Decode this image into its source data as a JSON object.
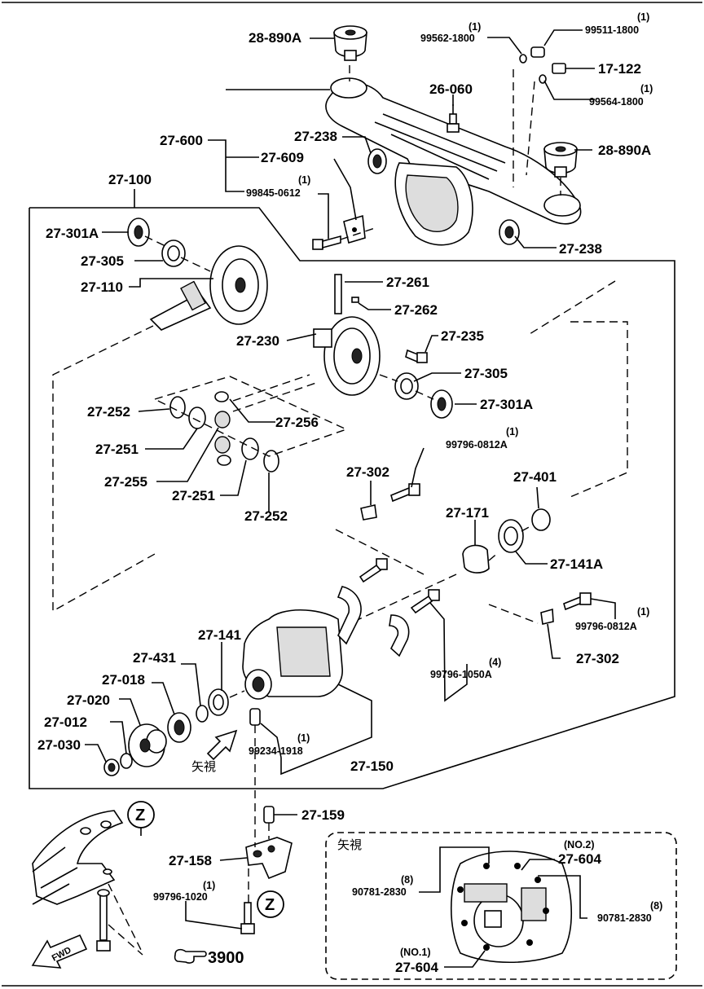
{
  "labels": {
    "l_28890A_top": "28-890A",
    "l_99562": "99562-1800",
    "l_99511": "99511-1800",
    "l_17122": "17-122",
    "l_99564": "99564-1800",
    "l_26060": "26-060",
    "l_27600": "27-600",
    "l_27238_top": "27-238",
    "l_28890A_r": "28-890A",
    "l_27609": "27-609",
    "l_99845": "99845-0612",
    "l_27100": "27-100",
    "l_27301A_top": "27-301A",
    "l_27238_r": "27-238",
    "l_27305_top": "27-305",
    "l_27110": "27-110",
    "l_27261": "27-261",
    "l_27262": "27-262",
    "l_27230": "27-230",
    "l_27235": "27-235",
    "l_27305_r": "27-305",
    "l_27252_l": "27-252",
    "l_27301A_r": "27-301A",
    "l_27256": "27-256",
    "l_27251_l": "27-251",
    "l_99796_0812A_top": "99796-0812A",
    "l_27255": "27-255",
    "l_27302_top": "27-302",
    "l_27401": "27-401",
    "l_27251_b": "27-251",
    "l_27252_b": "27-252",
    "l_27171": "27-171",
    "l_27141A": "27-141A",
    "l_99796_0812A_r": "99796-0812A",
    "l_27141": "27-141",
    "l_27431": "27-431",
    "l_27302_r": "27-302",
    "l_27018": "27-018",
    "l_99796_1050A": "99796-1050A",
    "l_27020": "27-020",
    "l_27012": "27-012",
    "l_99234": "99234-1918",
    "l_27030": "27-030",
    "l_27150": "27-150",
    "l_27159": "27-159",
    "l_27158": "27-158",
    "l_99796_1020": "99796-1020",
    "l_3900": "3900",
    "l_NO2": "(NO.2)",
    "l_27604_top": "27-604",
    "l_90781_l": "90781-2830",
    "l_90781_r": "90781-2830",
    "l_NO1": "(NO.1)",
    "l_27604_bot": "27-604"
  },
  "quantities": {
    "q1": "(1)",
    "q2": "(1)",
    "q3": "(1)",
    "q4": "(1)",
    "q5": "(1)",
    "q6": "(1)",
    "q7": "(4)",
    "q8": "(1)",
    "q9": "(1)",
    "q10": "(8)",
    "q11": "(8)"
  },
  "view_marks": {
    "yashi_main": "矢視",
    "yashi_inset": "矢視",
    "z_top": "Z",
    "z_bottom": "Z",
    "fwd": "FWD"
  },
  "icons": {
    "pointing_hand": "pointing-hand-icon",
    "fwd_arrow": "fwd-arrow-icon",
    "view_arrow": "view-direction-arrow-icon"
  }
}
